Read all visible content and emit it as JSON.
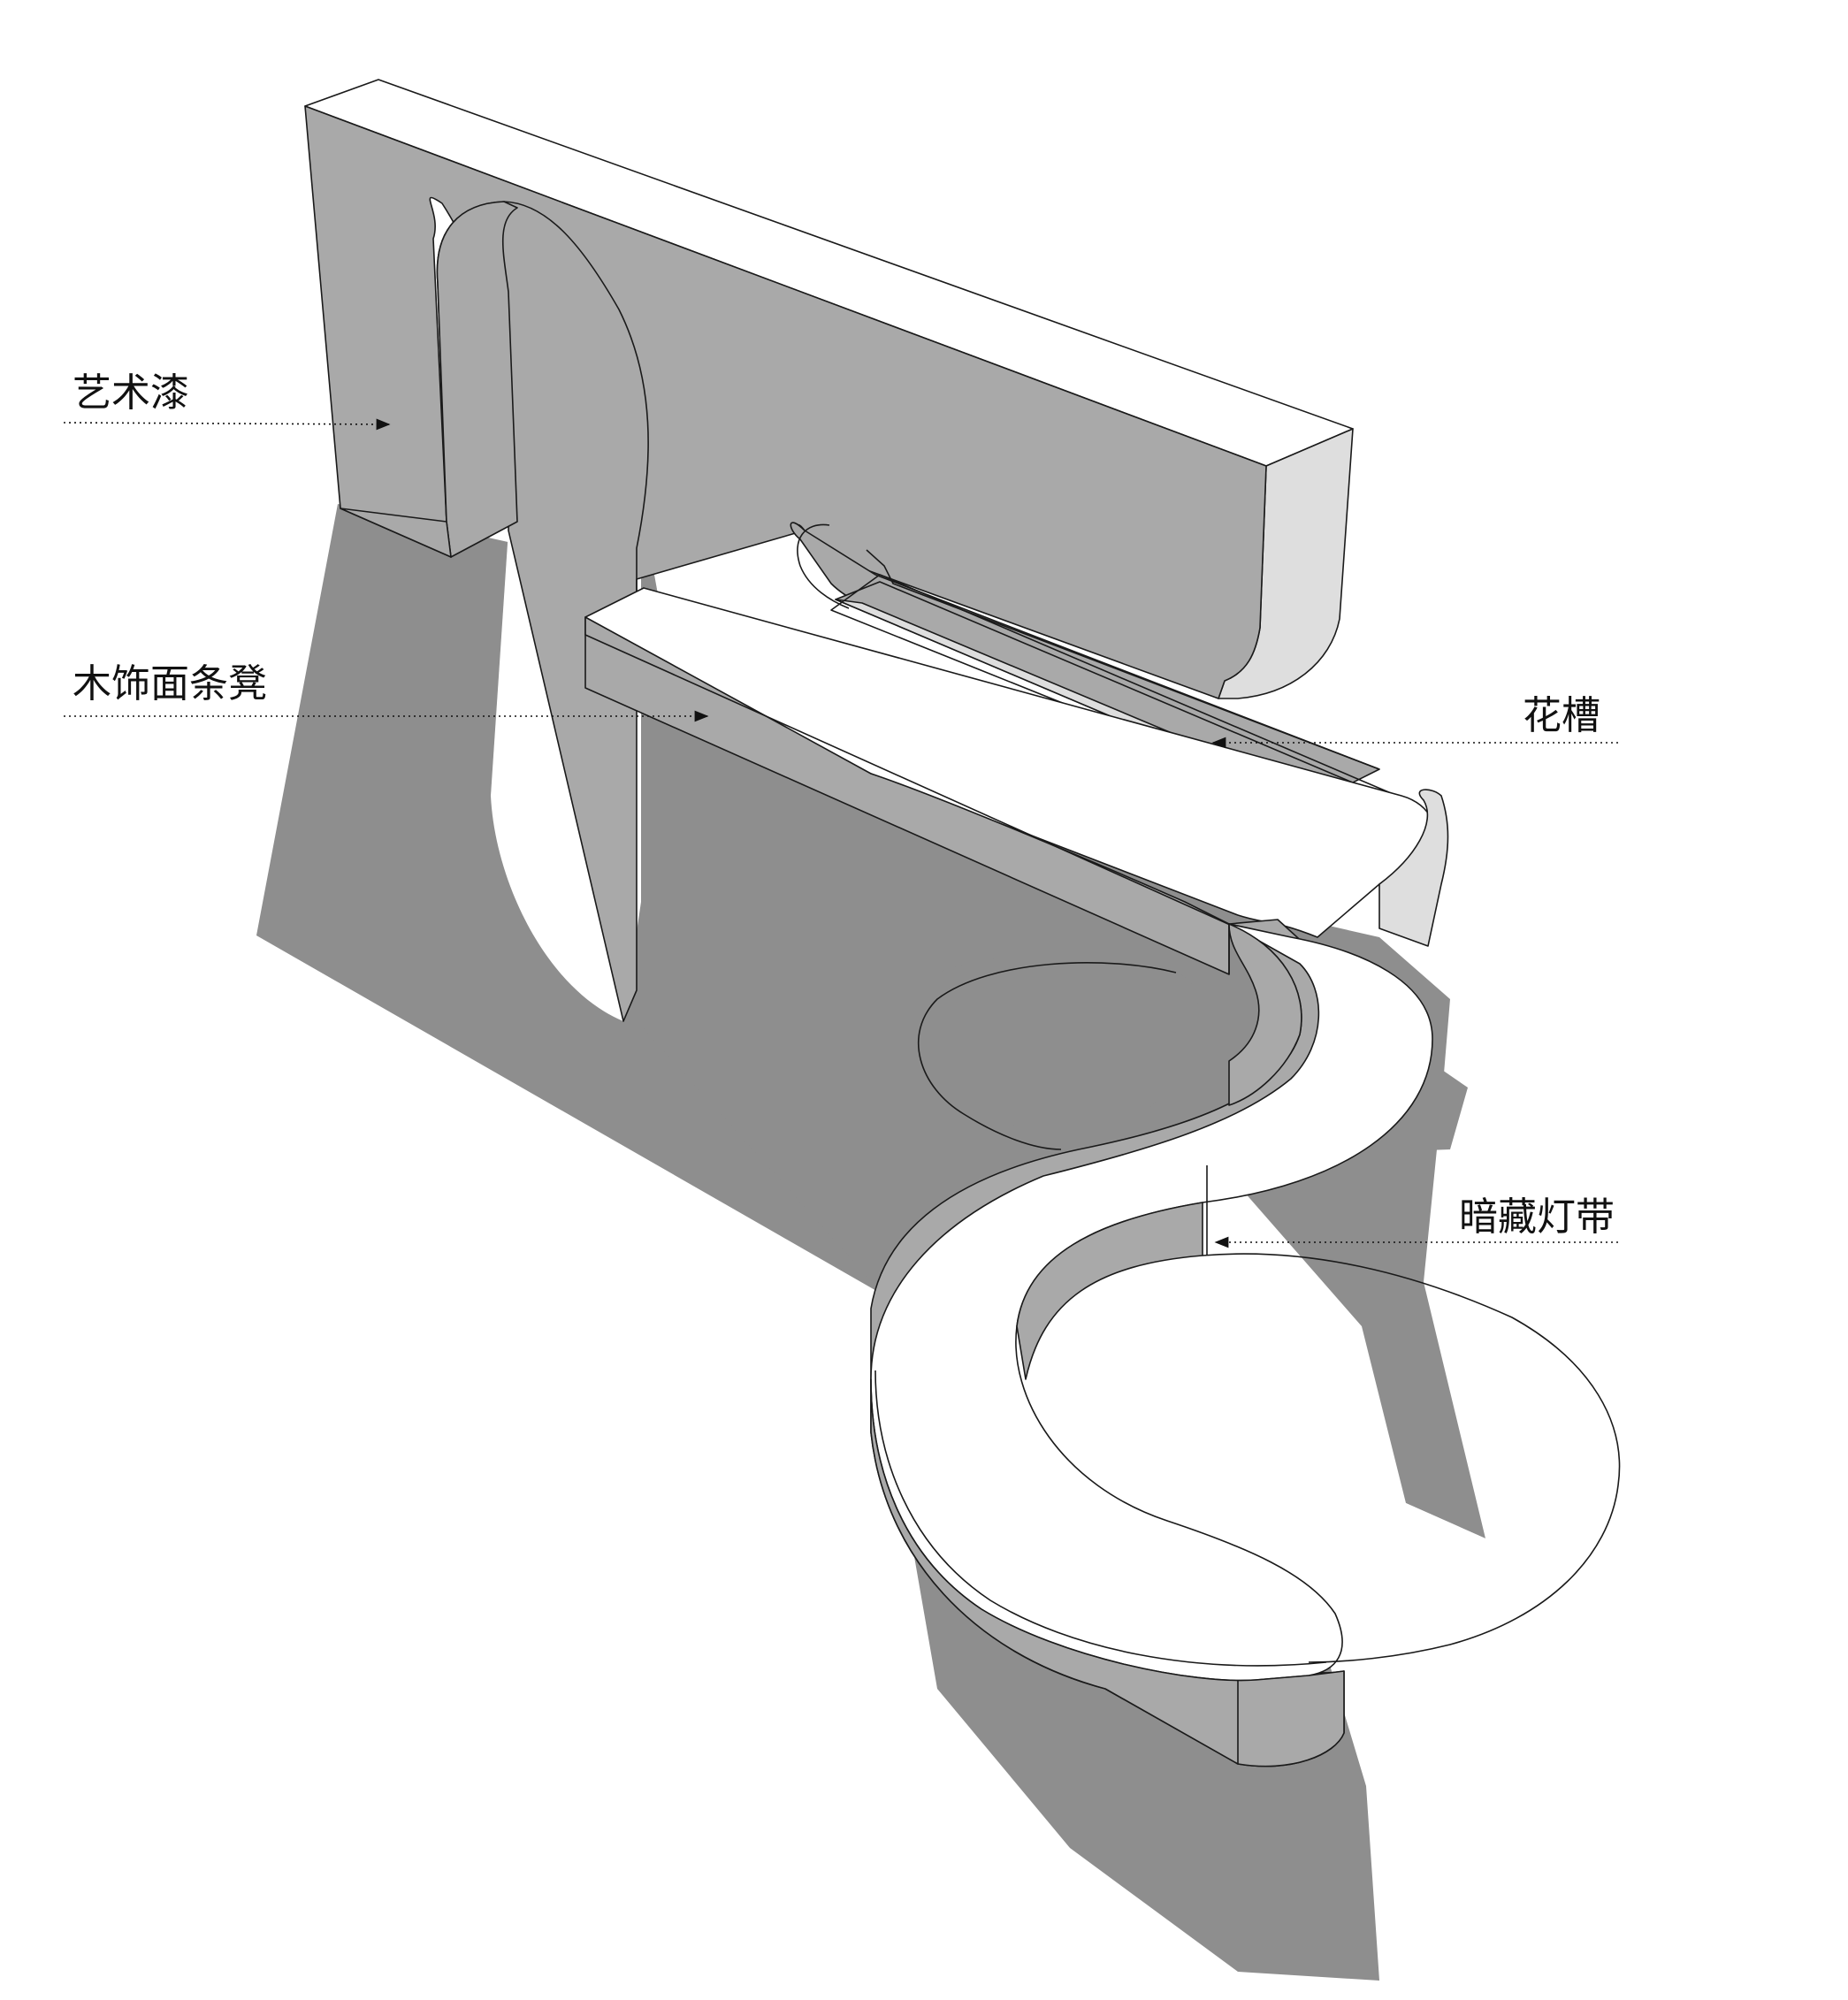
{
  "colors": {
    "background": "#ffffff",
    "shadow": "#8e8e8e",
    "face_mid": "#a9a9a9",
    "face_light": "#dedede",
    "face_top": "#ffffff",
    "outline": "#1a1a1a"
  },
  "annotations": {
    "art_paint": "艺术漆",
    "wood_bench": "木饰面条凳",
    "planter": "花槽",
    "hidden_light": "暗藏灯带"
  }
}
